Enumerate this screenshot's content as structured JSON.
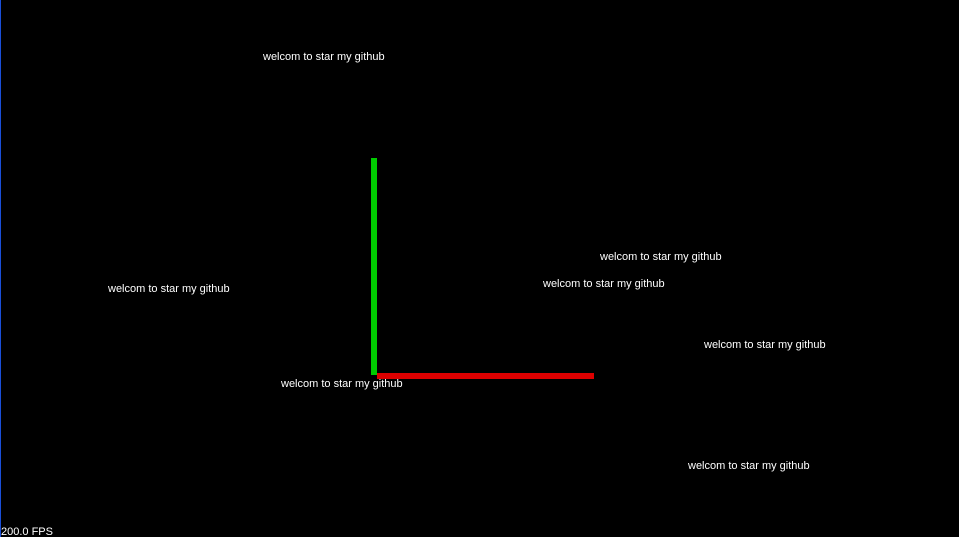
{
  "scene": {
    "background_color": "#000000",
    "edge_color": "#1a4fd8",
    "label_color": "#ffffff",
    "labels": [
      {
        "text": "welcom to star my github"
      },
      {
        "text": "welcom to star my github"
      },
      {
        "text": "welcom to star my github"
      },
      {
        "text": "welcom to star my github"
      },
      {
        "text": "welcom to star my github"
      },
      {
        "text": "welcom to star my github"
      },
      {
        "text": "welcom to star my github"
      }
    ],
    "axes": {
      "y_axis_color": "#00cc00",
      "x_axis_color": "#dd0000"
    }
  },
  "hud": {
    "fps_text": "200.0 FPS"
  }
}
